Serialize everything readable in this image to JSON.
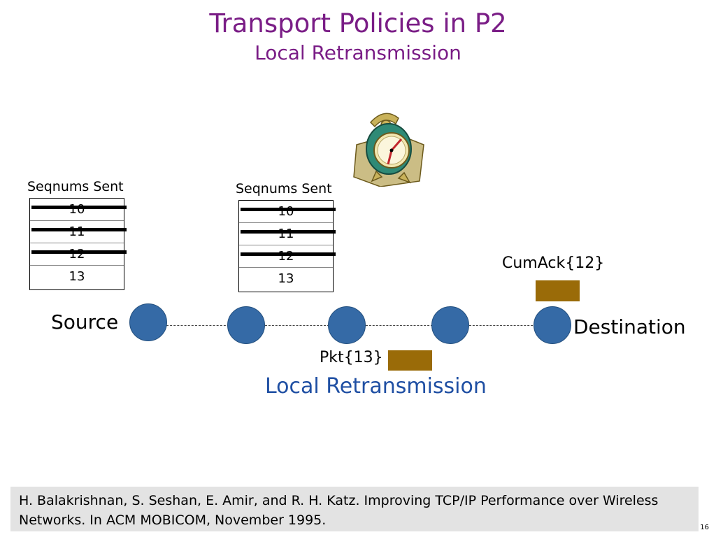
{
  "slide": {
    "title": "Transport Policies in P2",
    "subtitle": "Local Retransmission",
    "number": "16"
  },
  "source_table": {
    "label": "Seqnums Sent",
    "rows": [
      {
        "value": "10",
        "struck": true
      },
      {
        "value": "11",
        "struck": true
      },
      {
        "value": "12",
        "struck": true
      },
      {
        "value": "13",
        "struck": false
      }
    ]
  },
  "relay_table": {
    "label": "Seqnums Sent",
    "rows": [
      {
        "value": "10",
        "struck": true
      },
      {
        "value": "11",
        "struck": true
      },
      {
        "value": "12",
        "struck": true
      },
      {
        "value": "13",
        "struck": false
      }
    ]
  },
  "timer": {
    "icon": "alarm-clock-icon"
  },
  "nodes": {
    "source_label": "Source",
    "destination_label": "Destination",
    "count": 5,
    "color": "#356aa6"
  },
  "messages": {
    "ack_label": "CumAck{12}",
    "packet_label": "Pkt{13}",
    "packet_color": "#9a6b08",
    "caption": "Local Retransmission"
  },
  "citation": {
    "text": "H. Balakrishnan, S. Seshan, E. Amir, and R. H. Katz. Improving TCP/IP Performance over Wireless Networks. In ACM MOBICOM, November 1995."
  }
}
